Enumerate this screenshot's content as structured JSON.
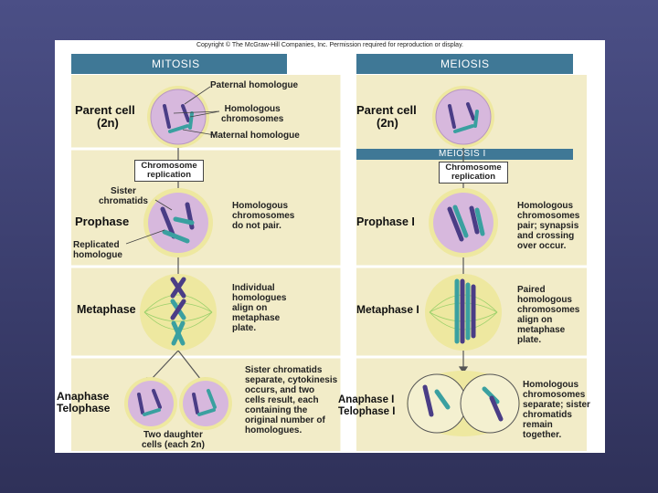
{
  "copyright": "Copyright © The McGraw-Hill Companies, Inc. Permission required for reproduction or display.",
  "mitosis": {
    "header": "MITOSIS",
    "parent_cell_label": "Parent cell",
    "parent_cell_ploidy": "(2n)",
    "paternal_homologue": "Paternal homologue",
    "homologous_chromosomes": "Homologous\nchromosomes",
    "maternal_homologue": "Maternal homologue",
    "chromosome_replication": "Chromosome\nreplication",
    "sister_chromatids": "Sister\nchromatids",
    "replicated_homologue": "Replicated\nhomologue",
    "prophase_label": "Prophase",
    "prophase_text": "Homologous\nchromosomes\ndo not pair.",
    "metaphase_label": "Metaphase",
    "metaphase_text": "Individual\nhomologues\nalign on\nmetaphase\nplate.",
    "anaphase_label": "Anaphase\nTelophase",
    "anaphase_text": "Sister chromatids\nseparate, cytokinesis\noccurs, and two\ncells result, each\ncontaining the\noriginal number of\nhomologues.",
    "daughter_cells": "Two daughter\ncells (each 2n)"
  },
  "meiosis": {
    "header": "MEIOSIS",
    "subheader": "MEIOSIS I",
    "parent_cell_label": "Parent cell",
    "parent_cell_ploidy": "(2n)",
    "chromosome_replication": "Chromosome\nreplication",
    "prophase_label": "Prophase I",
    "prophase_text": "Homologous\nchromosomes\npair; synapsis\nand crossing\nover occur.",
    "metaphase_label": "Metaphase I",
    "metaphase_text": "Paired\nhomologous\nchromosomes\nalign on\nmetaphase\nplate.",
    "anaphase_label": "Anaphase I\nTelophase I",
    "anaphase_text": "Homologous\nchromosomes\nseparate; sister\nchromatids\nremain\ntogether."
  },
  "colors": {
    "header_bg": "#3f7896",
    "panel_bg": "#f2ecc8",
    "cell_fill": "#d7b8dd",
    "cell_ring": "#eee8a0",
    "paternal": "#4a3d86",
    "maternal": "#3aa0a0"
  }
}
